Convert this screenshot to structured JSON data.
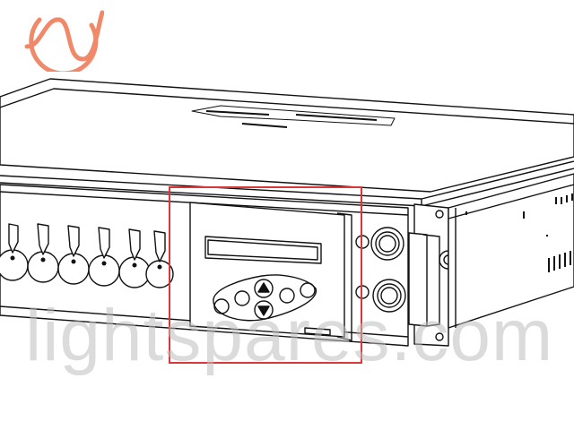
{
  "watermark": {
    "text": "lightspares.com"
  },
  "colors": {
    "line": "#111111",
    "highlight": "#d9383a",
    "logo": "#f0896a",
    "watermark": "#bebebe"
  },
  "icons": {
    "logo": "sine-wave-circle-logo",
    "up": "triangle-up",
    "down": "triangle-down"
  }
}
